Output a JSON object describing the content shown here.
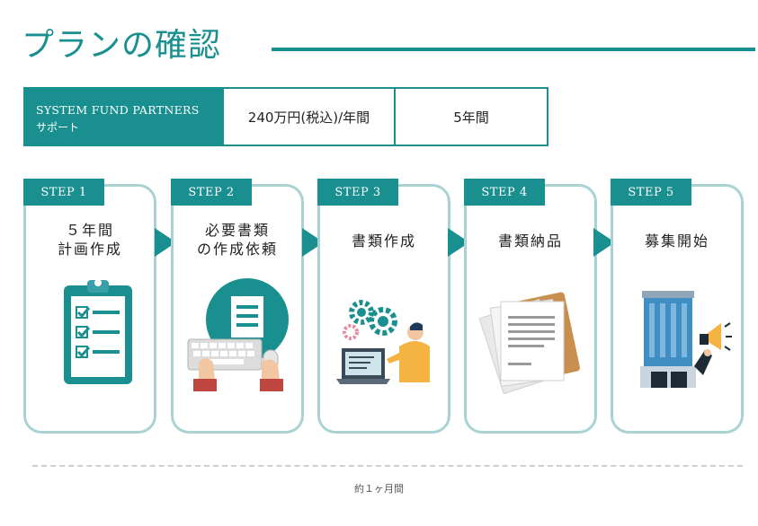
{
  "page": {
    "title": "プランの確認",
    "duration": "約１ヶ月間",
    "accent": "#1a8f8f",
    "card_border": "#a9d2d3"
  },
  "plan": {
    "name_line1": "SYSTEM FUND PARTNERS",
    "name_line2": "サポート",
    "price": "240万円(税込)/年間",
    "term": "5年間"
  },
  "steps": [
    {
      "tag": "STEP 1",
      "title": [
        "５年間",
        "計画作成"
      ],
      "icon": "clipboard-checklist-icon"
    },
    {
      "tag": "STEP 2",
      "title": [
        "必要書類",
        "の作成依頼"
      ],
      "icon": "keyboard-document-icon"
    },
    {
      "tag": "STEP 3",
      "title": [
        "書類作成"
      ],
      "icon": "laptop-gears-person-icon"
    },
    {
      "tag": "STEP 4",
      "title": [
        "書類納品"
      ],
      "icon": "document-stack-icon"
    },
    {
      "tag": "STEP 5",
      "title": [
        "募集開始"
      ],
      "icon": "building-megaphone-icon"
    }
  ]
}
